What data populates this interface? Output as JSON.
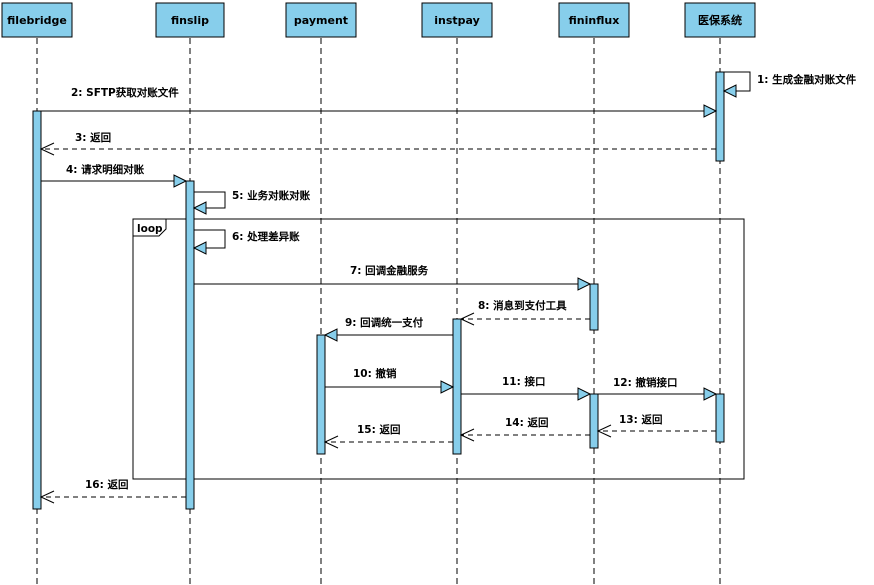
{
  "diagram": {
    "participants": [
      {
        "id": "filebridge",
        "label": "filebridge"
      },
      {
        "id": "finslip",
        "label": "finslip"
      },
      {
        "id": "payment",
        "label": "payment"
      },
      {
        "id": "instpay",
        "label": "instpay"
      },
      {
        "id": "fininflux",
        "label": "fininflux"
      },
      {
        "id": "medical",
        "label": "医保系统"
      }
    ],
    "loop_label": "loop",
    "messages": [
      {
        "label": "1: 生成金融对账文件",
        "from": "medical",
        "to": "medical",
        "style": "sync-self"
      },
      {
        "label": "2: SFTP获取对账文件",
        "from": "filebridge",
        "to": "medical",
        "style": "sync"
      },
      {
        "label": "3: 返回",
        "from": "medical",
        "to": "filebridge",
        "style": "return"
      },
      {
        "label": "4: 请求明细对账",
        "from": "filebridge",
        "to": "finslip",
        "style": "sync"
      },
      {
        "label": "5: 业务对账对账",
        "from": "finslip",
        "to": "finslip",
        "style": "sync-self"
      },
      {
        "label": "6: 处理差异账",
        "from": "finslip",
        "to": "finslip",
        "style": "sync-self"
      },
      {
        "label": "7: 回调金融服务",
        "from": "finslip",
        "to": "fininflux",
        "style": "sync"
      },
      {
        "label": "8: 消息到支付工具",
        "from": "fininflux",
        "to": "instpay",
        "style": "return"
      },
      {
        "label": "9: 回调统一支付",
        "from": "instpay",
        "to": "payment",
        "style": "sync"
      },
      {
        "label": "10: 撤销",
        "from": "payment",
        "to": "instpay",
        "style": "sync"
      },
      {
        "label": "11: 接口",
        "from": "instpay",
        "to": "fininflux",
        "style": "sync"
      },
      {
        "label": "12: 撤销接口",
        "from": "fininflux",
        "to": "medical",
        "style": "sync"
      },
      {
        "label": "13: 返回",
        "from": "medical",
        "to": "fininflux",
        "style": "return"
      },
      {
        "label": "14: 返回",
        "from": "fininflux",
        "to": "instpay",
        "style": "return"
      },
      {
        "label": "15: 返回",
        "from": "instpay",
        "to": "payment",
        "style": "return"
      },
      {
        "label": "16: 返回",
        "from": "finslip",
        "to": "filebridge",
        "style": "return"
      }
    ]
  }
}
